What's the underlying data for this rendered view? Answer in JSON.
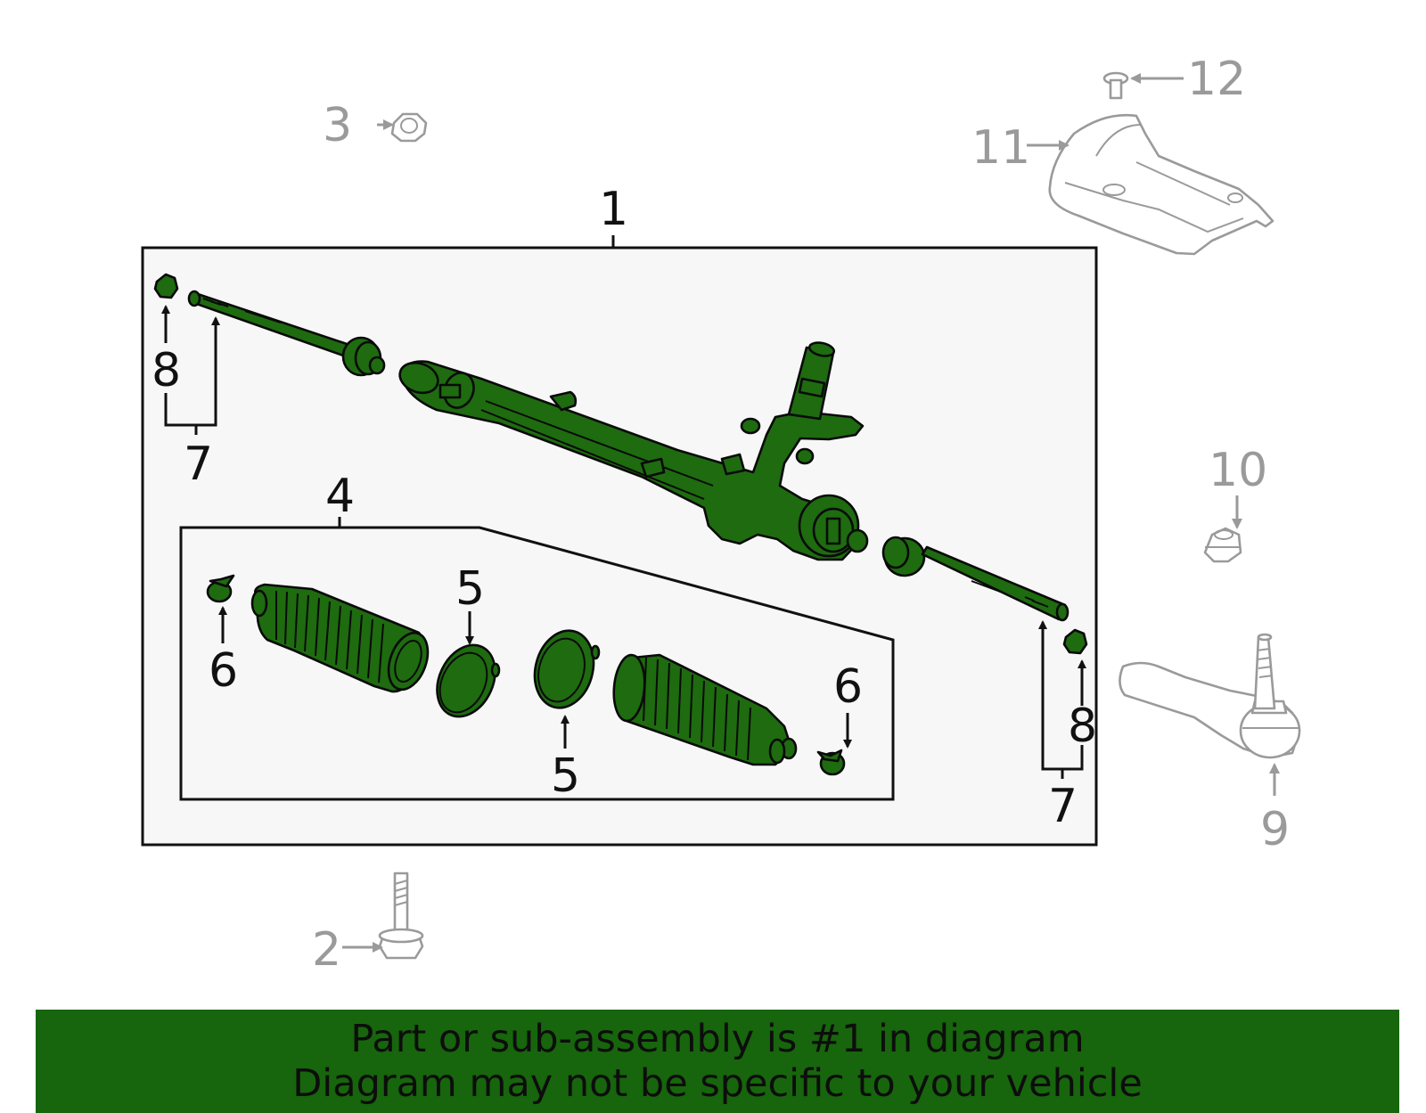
{
  "callouts": {
    "n1": "1",
    "n2": "2",
    "n3": "3",
    "n4": "4",
    "n5a": "5",
    "n5b": "5",
    "n6a": "6",
    "n6b": "6",
    "n7a": "7",
    "n7b": "7",
    "n8a": "8",
    "n8b": "8",
    "n9": "9",
    "n10": "10",
    "n11": "11",
    "n12": "12"
  },
  "banner": {
    "line1": "Part or sub-assembly is #1 in diagram",
    "line2": "Diagram may not be specific to your vehicle"
  },
  "colors": {
    "highlight_green": "#1e6b10",
    "banner_green": "#17650c",
    "outline_gray": "#9a9a9a",
    "box_fill": "#f7f7f7"
  }
}
